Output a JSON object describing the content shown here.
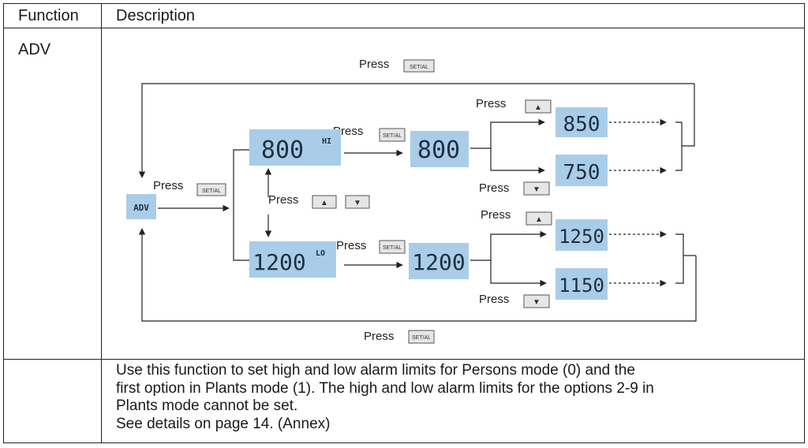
{
  "table": {
    "header_function": "Function",
    "header_description": "Description",
    "function_name": "ADV"
  },
  "diagram": {
    "press_label": "Press",
    "button_set": "SET/AL",
    "button_up": "▲",
    "button_down": "▼",
    "adv_lcd": "ADV",
    "lcd_high_value": "800",
    "lcd_high_tag": "HI",
    "lcd_high_edit": "800",
    "lcd_high_opt1": "850",
    "lcd_high_opt2": "750",
    "lcd_low_value": "1200",
    "lcd_low_tag": "LO",
    "lcd_low_edit": "1200",
    "lcd_low_opt1": "1250",
    "lcd_low_opt2": "1150"
  },
  "description": {
    "line1": "Use this function to set high and low alarm limits for Persons mode (0) and the",
    "line2": "first option in Plants mode (1). The high and low alarm limits for the options 2-9 in",
    "line3": "Plants mode cannot be set.",
    "line4": "See details on page 14. (Annex)"
  },
  "colors": {
    "lcd_background": "#a9cde8",
    "lcd_digits": "#1f2f3f",
    "line": "#222222"
  }
}
